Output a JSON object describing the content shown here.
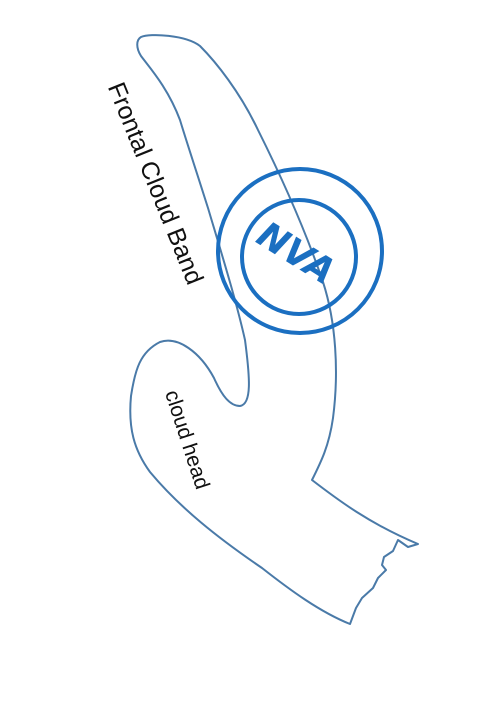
{
  "labels": {
    "frontal_band": "Frontal Cloud Band",
    "cloud_head": "cloud  head",
    "nva": "NVA"
  },
  "colors": {
    "outline": "#4a7aa8",
    "nva": "#1b6fc1",
    "text": "#111111",
    "background": "#ffffff"
  }
}
